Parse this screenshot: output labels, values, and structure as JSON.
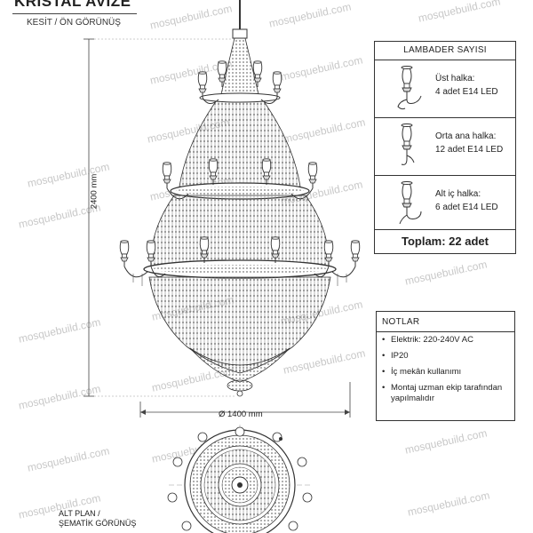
{
  "header": {
    "title": "KRISTAL AVİZE",
    "subtitle": "KESİT / ÖN GÖRÜNÜŞ"
  },
  "dimensions": {
    "height": "2400 mm",
    "diameter": "Ø 1400 mm"
  },
  "watermark": "mosquebuild.com",
  "lamp_table": {
    "title": "LAMBADER SAYISI",
    "rows": [
      {
        "line1": "Üst halka:",
        "line2": "4 adet E14 LED",
        "icon": "candle-lamp-icon"
      },
      {
        "line1": "Orta ana halka:",
        "line2": "12 adet E14 LED",
        "icon": "candle-lamp-icon"
      },
      {
        "line1": "Alt iç halka:",
        "line2": "6 adet E14 LED",
        "icon": "candle-lamp-icon"
      }
    ],
    "total": "Toplam: 22 adet"
  },
  "notes": {
    "title": "NOTLAR",
    "items": [
      "Elektrik: 220-240V AC",
      "IP20",
      "İç mekân kullanımı",
      "Montaj uzman ekip tarafından yapılmalıdır"
    ]
  },
  "plan": {
    "label_line1": "ALT PLAN /",
    "label_line2": "ŞEMATİK GÖRÜNÜŞ"
  },
  "colors": {
    "line": "#333333",
    "crystal": "#777777",
    "watermark": "#c8c8c8"
  }
}
